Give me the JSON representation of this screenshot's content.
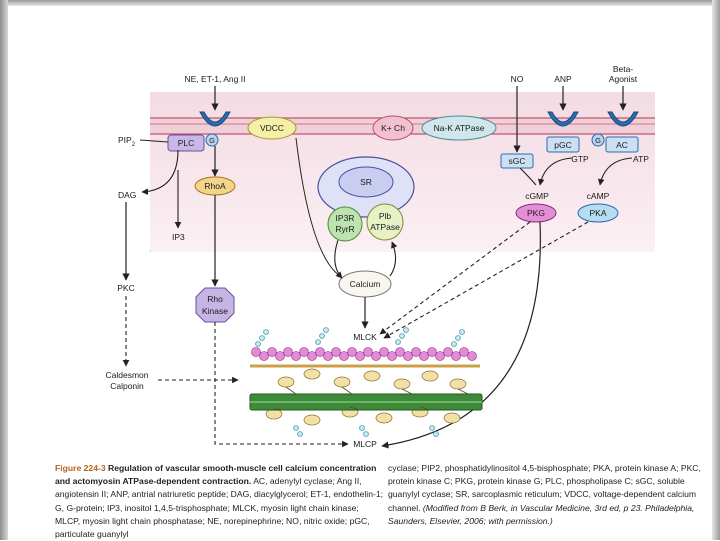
{
  "membrane": {
    "agonist_1": "NE, ET-1, Ang II",
    "agonist_no": "NO",
    "agonist_anp": "ANP",
    "agonist_beta_line1": "Beta-",
    "agonist_beta_line2": "Agonist",
    "vdcc": "VDCC",
    "kch": "K+ Ch",
    "nak": "Na-K ATPase",
    "g1": "G",
    "g2": "G",
    "pgc": "pGC",
    "ac": "AC",
    "gtp": "GTP",
    "atp": "ATP"
  },
  "left": {
    "pip2": "PIP",
    "pip2_sub": "2",
    "plc": "PLC",
    "dag": "DAG",
    "ip3": "IP3",
    "pkc": "PKC",
    "caldesmon": "Caldesmon",
    "calponin": "Calponin"
  },
  "center": {
    "rhoa": "RhoA",
    "rho_line1": "Rho",
    "rho_line2": "Kinase",
    "sr": "SR",
    "ip3r": "IP3R",
    "ryr": "RyrR",
    "plb": "Plb",
    "atpase": "ATPase",
    "calcium": "Calcium",
    "mlck": "MLCK",
    "mlcp": "MLCP"
  },
  "right": {
    "sgc": "sGC",
    "cgmp": "cGMP",
    "pkg": "PKG",
    "camp": "cAMP",
    "pka": "PKA"
  },
  "caption": {
    "fig_num": "Figure 224-3",
    "title": "Regulation of vascular smooth-muscle cell calcium concentration and actomyosin ATPase-dependent contraction.",
    "left_body": "AC, adenylyl cyclase; Ang II, angiotensin II; ANP, antrial natriuretic peptide; DAG, diacylglycerol; ET-1, endothelin-1; G, G-protein; IP3, inositol 1,4,5-trisphosphate; MLCK, myosin light chain kinase; MLCP, myosin light chain phosphatase; NE, norepinephrine; NO, nitric oxide; pGC, particulate guanylyl",
    "right_body": "cyclase; PIP2, phosphatidylinositol 4,5-bisphosphate; PKA, protein kinase A; PKC, protein kinase C; PKG, protein kinase G; PLC, phospholipase C; sGC, soluble guanylyl cyclase; SR, sarcoplasmic reticulum; VDCC, voltage-dependent calcium channel.",
    "source": "(Modified from B Berk, in Vascular Medicine, 3rd ed, p 23. Philadelphia, Saunders, Elsevier, 2006; with permission.)"
  }
}
